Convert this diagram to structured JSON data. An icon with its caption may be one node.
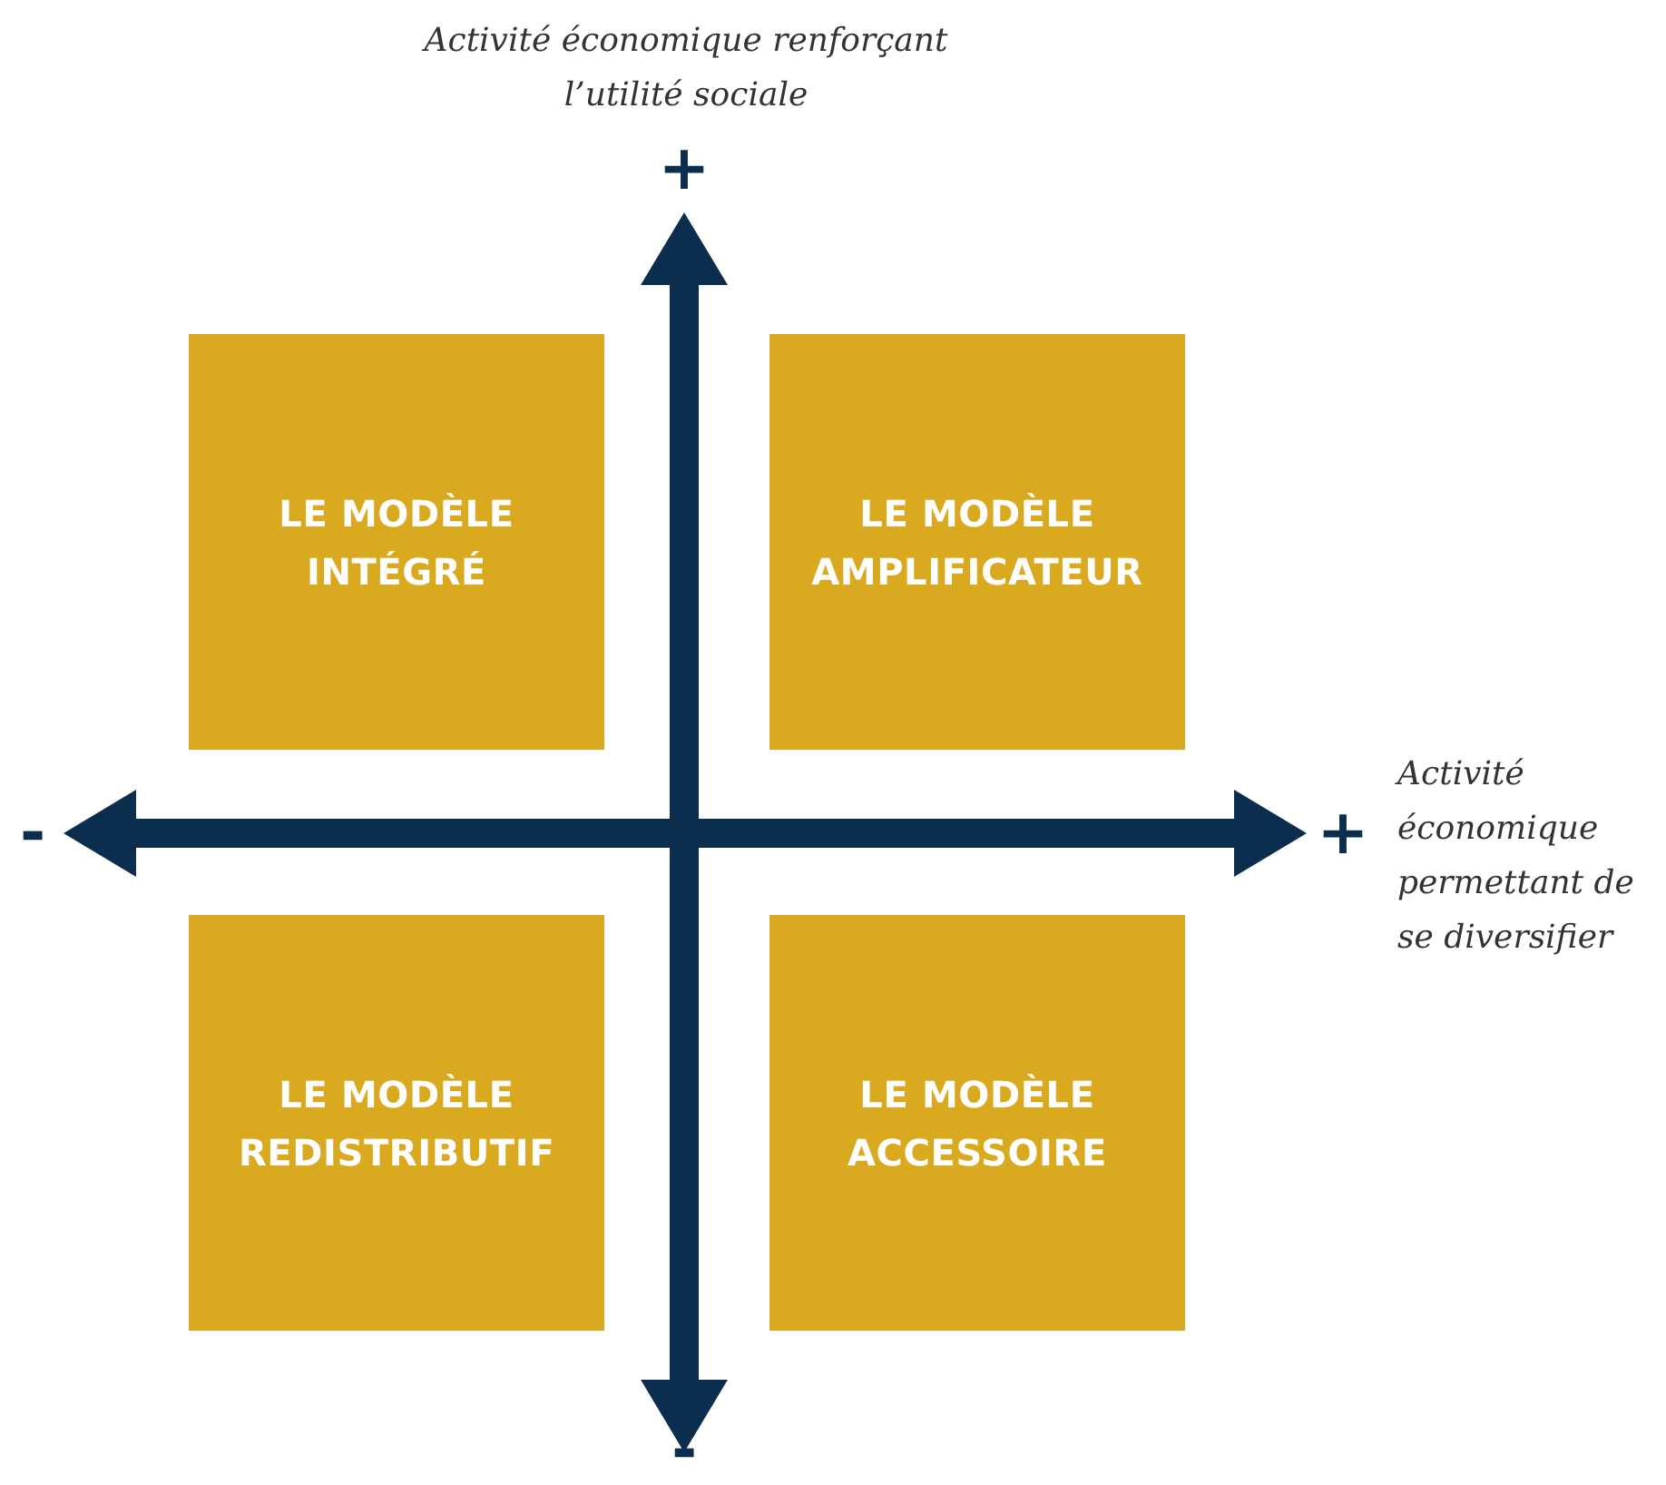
{
  "diagram": {
    "nodes": [
      {
        "text": [
          "LE MODÈLE INTÉGRÉ"
        ]
      },
      {
        "text": [
          "LE MODÈLE AMPLIFICATEUR"
        ]
      },
      {
        "text": [
          "LE MODÈLE REDISTRIBUTIF"
        ]
      },
      {
        "text": [
          "LE MODÈLE ACCESSOIRE"
        ]
      }
    ],
    "edges": [],
    "labels": [
      "Activité économique renforçant l’utilité sociale",
      "+",
      "-",
      "+",
      "Activité économique permettant de se diversifier",
      "-"
    ]
  }
}
